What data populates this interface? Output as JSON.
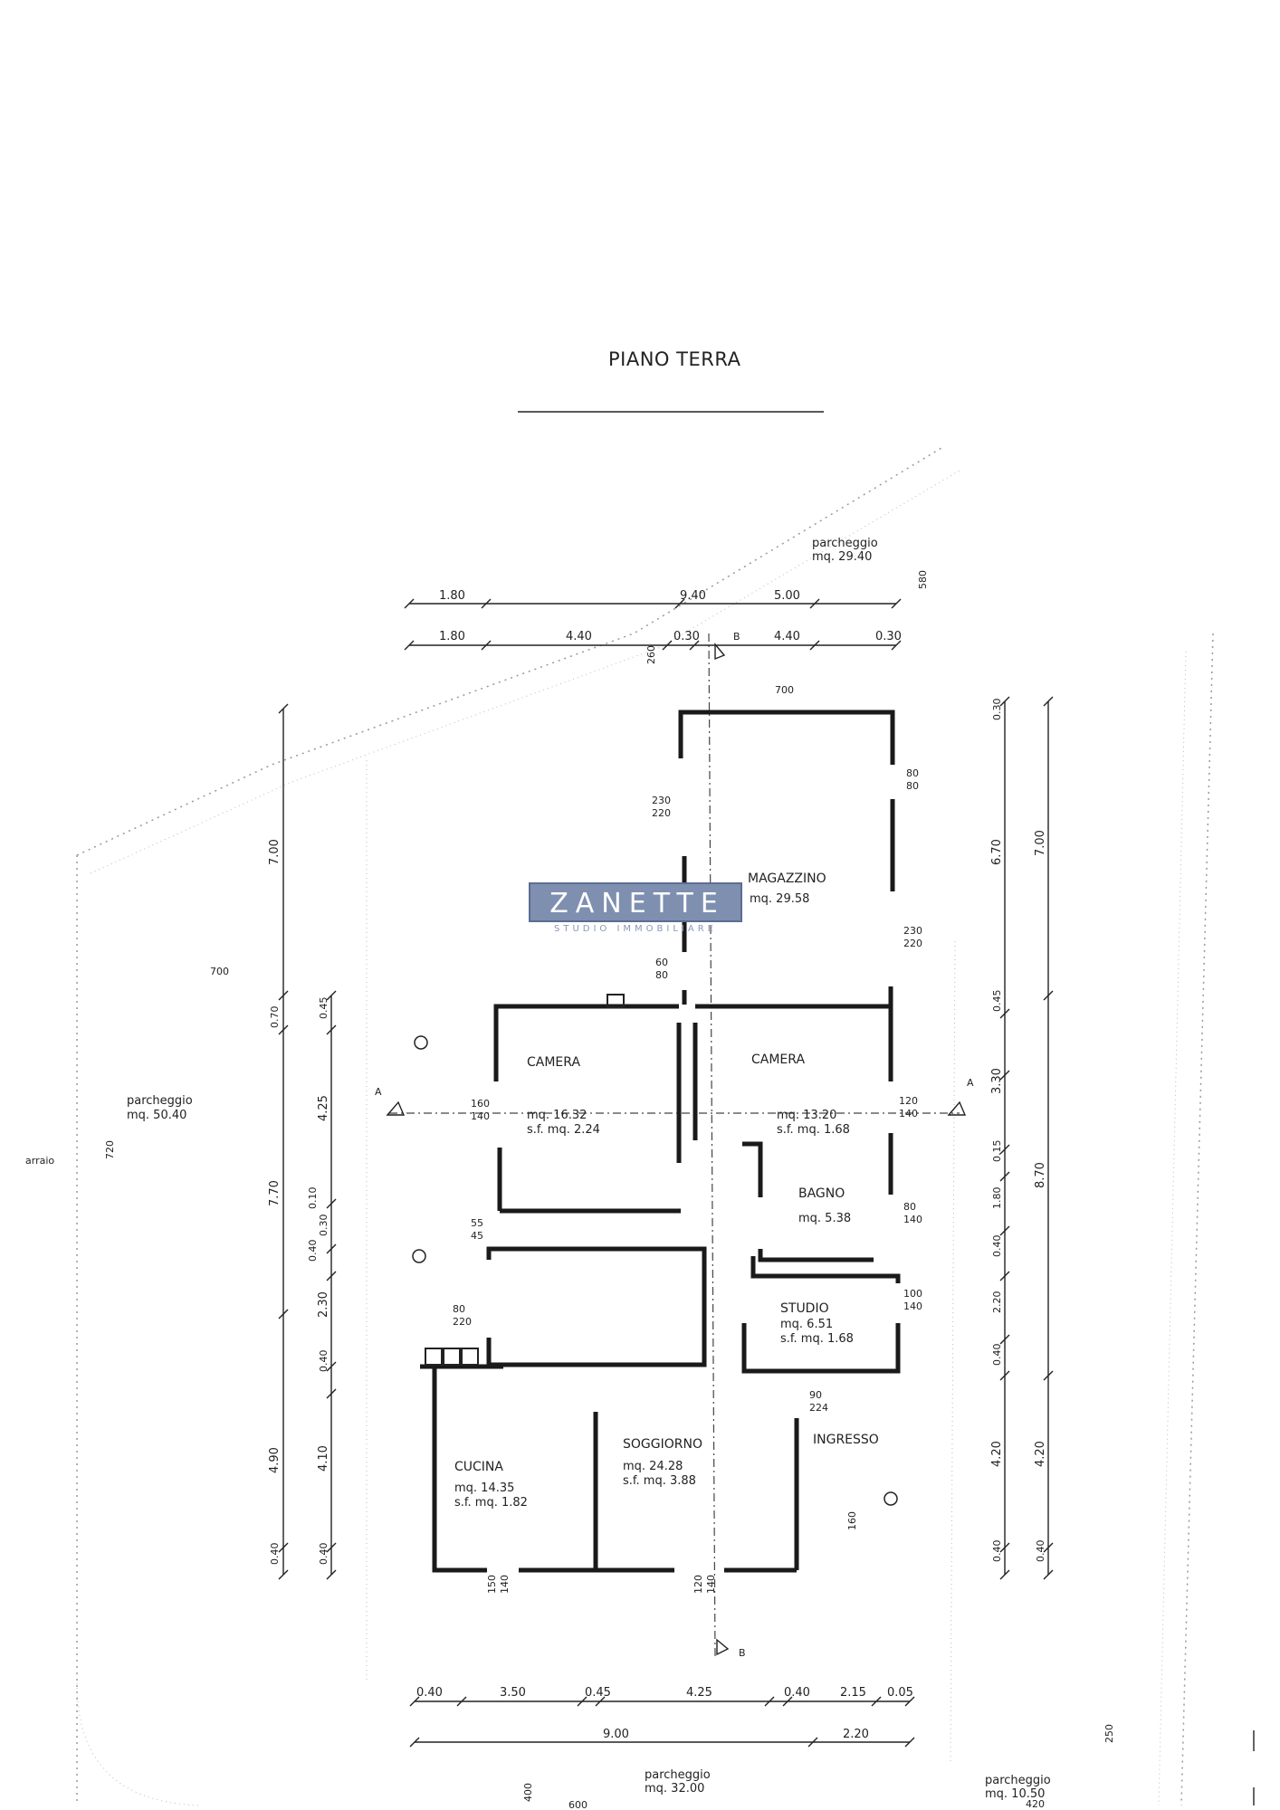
{
  "title": "PIANO TERRA",
  "logo": {
    "name": "ZANETTE",
    "tagline": "STUDIO IMMOBILIARE"
  },
  "rooms": {
    "magazzino": {
      "name": "MAGAZZINO",
      "area": "mq. 29.58"
    },
    "camera_left": {
      "name": "CAMERA",
      "area": "mq. 16.32",
      "sf": "s.f. mq. 2.24"
    },
    "camera_right": {
      "name": "CAMERA",
      "area": "mq. 13.20",
      "sf": "s.f. mq. 1.68"
    },
    "bagno": {
      "name": "BAGNO",
      "area": "mq. 5.38"
    },
    "studio": {
      "name": "STUDIO",
      "area": "mq. 6.51",
      "sf": "s.f. mq. 1.68"
    },
    "cucina": {
      "name": "CUCINA",
      "area": "mq. 14.35",
      "sf": "s.f. mq. 1.82"
    },
    "soggiorno": {
      "name": "SOGGIORNO",
      "area": "mq. 24.28",
      "sf": "s.f. mq. 3.88"
    },
    "ingresso": {
      "name": "INGRESSO"
    }
  },
  "parking": {
    "top": {
      "label": "parcheggio",
      "area": "mq. 29.40"
    },
    "left": {
      "label": "parcheggio",
      "area": "mq. 50.40"
    },
    "bottom": {
      "label": "parcheggio",
      "area": "mq. 32.00"
    },
    "bottom_right": {
      "label": "parcheggio",
      "area": "mq. 10.50"
    }
  },
  "other_labels": {
    "arraio": "arraio",
    "section_a": "A",
    "section_b": "B"
  },
  "dims_top_1": [
    "1.80",
    "9.40",
    "5.00",
    "580"
  ],
  "dims_top_2": [
    "1.80",
    "4.40",
    "0.30",
    "4.40",
    "0.30",
    "260"
  ],
  "dims_right_1": [
    "0.30",
    "6.70",
    "0.45",
    "3.30",
    "0.15",
    "1.80",
    "0.40",
    "2.20",
    "0.40",
    "4.20",
    "0.40"
  ],
  "dims_right_2": [
    "7.00",
    "8.70",
    "4.20",
    "0.40"
  ],
  "dims_left_1": [
    "7.00",
    "0.70",
    "7.70",
    "4.90",
    "0.40"
  ],
  "dims_left_2": [
    "0.45",
    "4.25",
    "0.10",
    "0.30",
    "0.40",
    "2.30",
    "0.40",
    "4.10",
    "0.40"
  ],
  "dims_bottom_1": [
    "0.40",
    "3.50",
    "0.45",
    "4.25",
    "0.40",
    "2.15",
    "0.05"
  ],
  "dims_bottom_2": [
    "9.00",
    "2.20",
    "250",
    "400",
    "600",
    "420"
  ],
  "openings": [
    "700",
    "700",
    "720",
    "230",
    "220",
    "80",
    "80",
    "230",
    "220",
    "60",
    "80",
    "160",
    "140",
    "120",
    "140",
    "55",
    "45",
    "80",
    "140",
    "80",
    "220",
    "100",
    "140",
    "90",
    "224",
    "160",
    "120",
    "150",
    "140",
    "120",
    "140"
  ]
}
